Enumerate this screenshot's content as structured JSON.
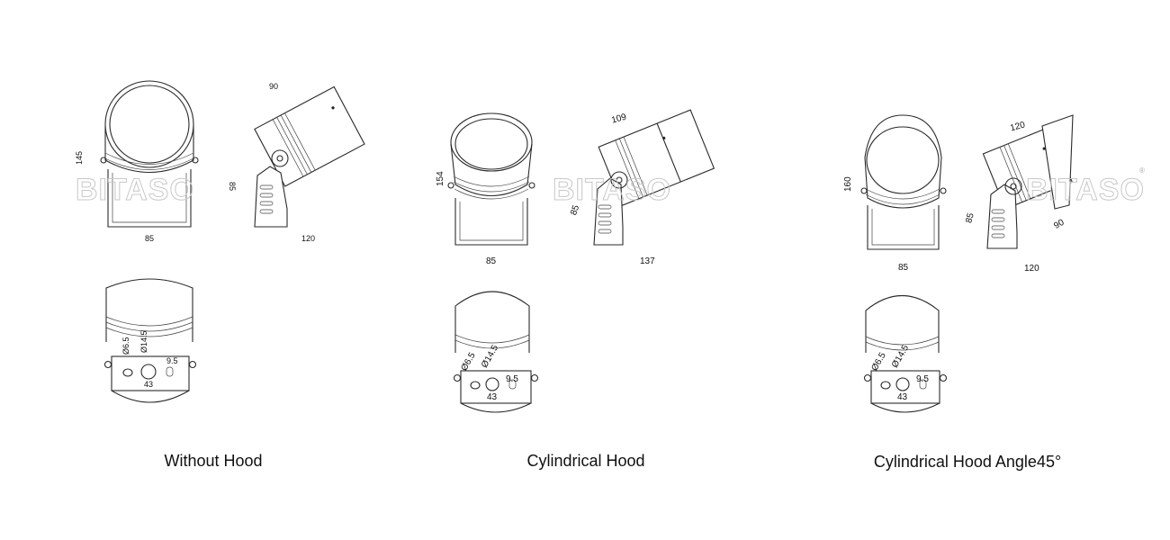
{
  "captions": {
    "without_hood": "Without Hood",
    "cylindrical_hood": "Cylindrical Hood",
    "cylindrical_hood_angle": "Cylindrical Hood Angle45°"
  },
  "watermark": "BITASO",
  "without_hood": {
    "front": {
      "height": "145",
      "width": "85"
    },
    "side": {
      "top": "90",
      "bracket": "85",
      "depth": "120"
    },
    "bottom": {
      "hole_small": "Ø6.5",
      "hole_large": "Ø14.5",
      "spacing": "43",
      "slot": "9.5"
    }
  },
  "cylindrical_hood": {
    "front": {
      "height": "154",
      "width": "85"
    },
    "side": {
      "top": "109",
      "bracket": "85",
      "depth": "137"
    },
    "bottom": {
      "hole_small": "Ø6.5",
      "hole_large": "Ø14.5",
      "spacing": "43",
      "slot": "9.5"
    }
  },
  "angle_hood": {
    "front": {
      "height": "160",
      "width": "85"
    },
    "side": {
      "top": "120",
      "bracket": "85",
      "hood": "90",
      "depth": "120"
    },
    "bottom": {
      "hole_small": "Ø6.5",
      "hole_large": "Ø14.5",
      "spacing": "43",
      "slot": "9.5"
    }
  }
}
